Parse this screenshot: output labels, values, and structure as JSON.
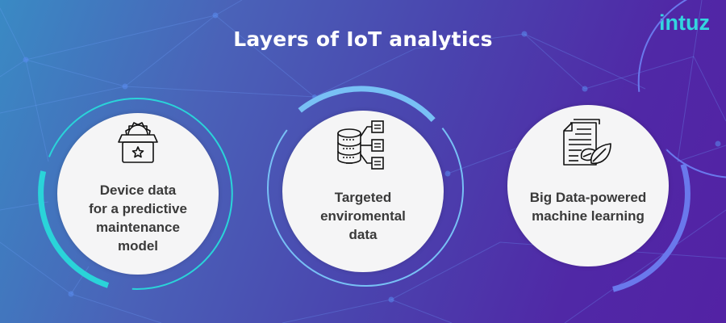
{
  "header": {
    "title": "Layers of IoT analytics",
    "logo_text": "intuz"
  },
  "colors": {
    "title": "#ffffff",
    "logo": "#33d6df",
    "card_bg": "#f5f5f6",
    "card_text": "#3a3a3a",
    "ring_1": "#2ad4d9",
    "ring_2": "#78c0f5",
    "ring_3": "#6a78ec"
  },
  "layers": [
    {
      "icon": "gear-box-star-icon",
      "label_lines": [
        "Device data",
        "for a predictive",
        "maintenance",
        "model"
      ]
    },
    {
      "icon": "database-network-icon",
      "label_lines": [
        "Targeted",
        "enviromental",
        "data"
      ]
    },
    {
      "icon": "document-leaf-icon",
      "label_lines": [
        "Big Data-powered",
        "machine learning"
      ]
    }
  ]
}
